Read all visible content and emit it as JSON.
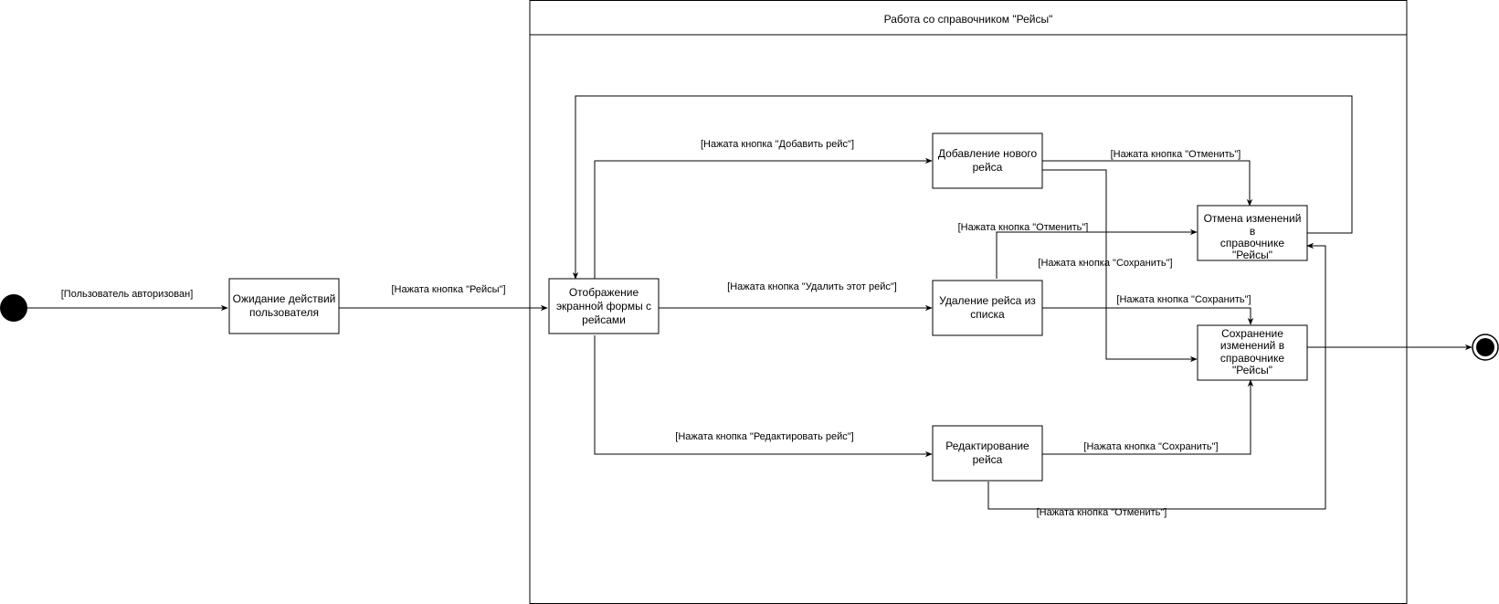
{
  "frame": {
    "title": "Работа со справочником \"Рейсы\""
  },
  "nodes": {
    "waiting": [
      "Ожидание действий",
      "пользователя"
    ],
    "display": [
      "Отображение",
      "экранной формы с",
      "рейсами"
    ],
    "add": [
      "Добавление нового",
      "рейса"
    ],
    "delete": [
      "Удаление рейса из",
      "списка"
    ],
    "edit": [
      "Редактирование",
      "рейса"
    ],
    "cancel": [
      "Отмена изменений",
      "в",
      "справочнике",
      "\"Рейсы\""
    ],
    "save": [
      "Сохранение",
      "изменений в",
      "справочнике",
      "\"Рейсы\""
    ]
  },
  "edges": {
    "authorized": "[Пользователь авторизован]",
    "press_reisy": "[Нажата кнопка \"Рейсы\"]",
    "press_add": "[Нажата кнопка \"Добавить рейс\"]",
    "press_delete": "[Нажата кнопка \"Удалить этот рейс\"]",
    "press_edit": "[Нажата кнопка \"Редактировать рейс\"]",
    "add_cancel": "[Нажата кнопка \"Отменить\"]",
    "add_save": "[Нажата кнопка \"Сохранить\"]",
    "delete_cancel": "[Нажата кнопка \"Отменить\"]",
    "delete_save": "[Нажата кнопка \"Сохранить\"]",
    "edit_save": "[Нажата кнопка \"Сохранить\"]",
    "edit_cancel": "[Нажата кнопка \"Отменить\"]"
  }
}
